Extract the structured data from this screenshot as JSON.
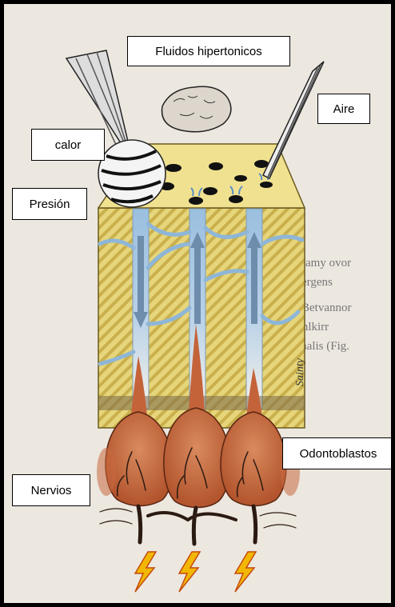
{
  "labels": {
    "fluidos": "Fluidos hipertonicos",
    "aire": "Aire",
    "calor": "calor",
    "presion": "Presión",
    "odontoblastos": "Odontoblastos",
    "nervios": "Nervios"
  },
  "background_text": {
    "line1": "ouamy ovor",
    "line2": "Bergens",
    "line3": "Betvannor",
    "line4": "Onlkirr",
    "line5": "rmalis (Fig."
  },
  "signature": "Sainty",
  "colors": {
    "dentin": "#e6d57a",
    "dentin_stripe": "#c9b04d",
    "top_face": "#f0e190",
    "tubule": "#9bbfe0",
    "pulp": "#c96a3f",
    "nerve": "#2b1a12",
    "lightning": "#f2b705",
    "page_bg": "#ece7df"
  }
}
